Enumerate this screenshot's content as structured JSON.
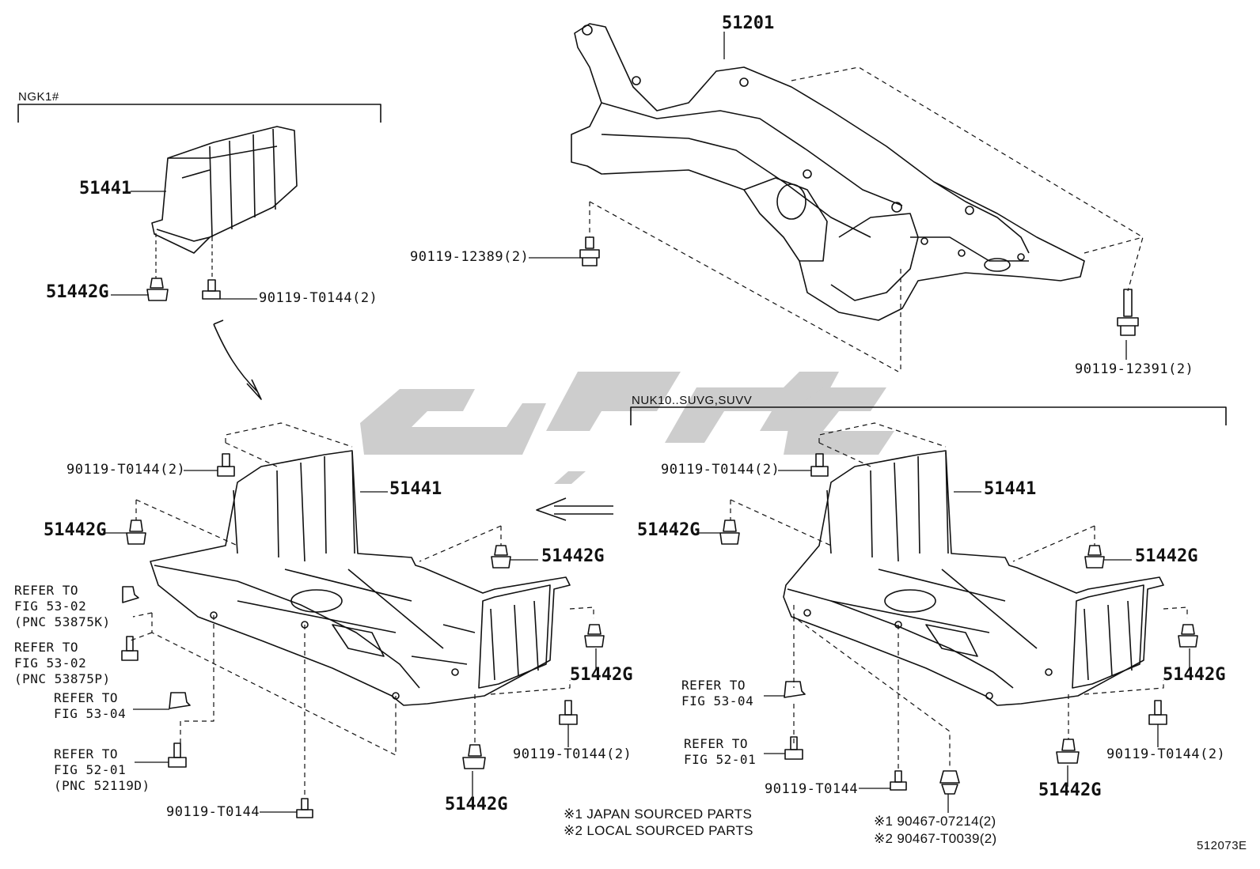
{
  "diagram": {
    "groups": {
      "ngk": "NGK1#",
      "nuk": "NUK10..SUVG,SUVV"
    },
    "parts": {
      "crossmember": "51201",
      "bolt_12389": "90119-12389(2)",
      "bolt_12391": "90119-12391(2)",
      "cover_top": "51441",
      "clip_top": "51442G",
      "bolt_t0144_top": "90119-T0144(2)",
      "left": {
        "bolt_t0144_a": "90119-T0144(2)",
        "cover": "51441",
        "clip_a": "51442G",
        "clip_b": "51442G",
        "clip_c": "51442G",
        "clip_d": "51442G",
        "bolt_t0144_b": "90119-T0144(2)",
        "bolt_t0144_c": "90119-T0144",
        "ref1": [
          "REFER TO",
          "FIG 53-02",
          "(PNC 53875K)"
        ],
        "ref2": [
          "REFER TO",
          "FIG 53-02",
          "(PNC 53875P)"
        ],
        "ref3": [
          "REFER TO",
          "FIG 53-04"
        ],
        "ref4": [
          "REFER TO",
          "FIG 52-01",
          "(PNC 52119D)"
        ]
      },
      "right": {
        "bolt_t0144_a": "90119-T0144(2)",
        "cover": "51441",
        "clip_a": "51442G",
        "clip_b": "51442G",
        "clip_c": "51442G",
        "clip_d": "51442G",
        "bolt_t0144_b": "90119-T0144(2)",
        "bolt_t0144_c": "90119-T0144",
        "ref3": [
          "REFER TO",
          "FIG 53-04"
        ],
        "ref4": [
          "REFER TO",
          "FIG 52-01"
        ],
        "nut1": "※1 90467-07214(2)",
        "nut2": "※2 90467-T0039(2)"
      }
    },
    "notes": [
      "※1 JAPAN SOURCED PARTS",
      "※2 LOCAL SOURCED PARTS"
    ],
    "figure_id": "512073E"
  }
}
